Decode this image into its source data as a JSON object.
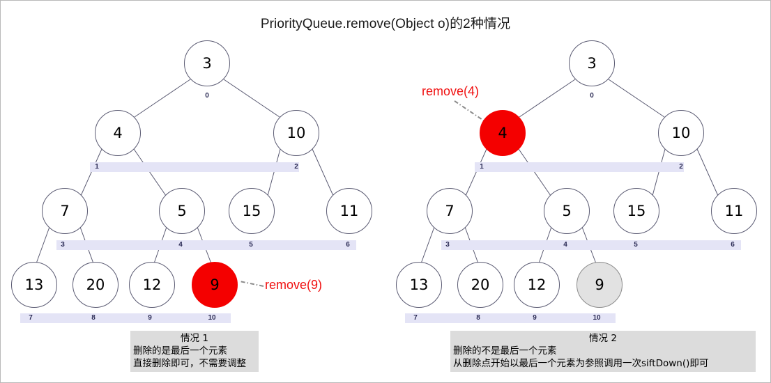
{
  "title": "PriorityQueue.remove(Object o)的2种情况",
  "colors": {
    "red_node": "#f40000",
    "grey_node": "#e2e2e2",
    "index_band": "#e4e4f6",
    "index_text": "#2b2b55",
    "callout_text": "#f01010",
    "caption_bg": "#dcdcdc",
    "edge": "#5a5a72",
    "arrow": "#8a8a8a"
  },
  "left": {
    "name": "case-1-tree",
    "nodes": [
      {
        "value": "3",
        "index": "0",
        "state": "normal"
      },
      {
        "value": "4",
        "index": "1",
        "state": "normal"
      },
      {
        "value": "10",
        "index": "2",
        "state": "normal"
      },
      {
        "value": "7",
        "index": "3",
        "state": "normal"
      },
      {
        "value": "5",
        "index": "4",
        "state": "normal"
      },
      {
        "value": "15",
        "index": "5",
        "state": "normal"
      },
      {
        "value": "11",
        "index": "6",
        "state": "normal"
      },
      {
        "value": "13",
        "index": "7",
        "state": "normal"
      },
      {
        "value": "20",
        "index": "8",
        "state": "normal"
      },
      {
        "value": "12",
        "index": "9",
        "state": "normal"
      },
      {
        "value": "9",
        "index": "10",
        "state": "red"
      }
    ],
    "callout": "remove(9)",
    "caption": {
      "title": "情况 1",
      "line1": "删除的是最后一个元素",
      "line2": "直接删除即可，不需要调整"
    }
  },
  "right": {
    "name": "case-2-tree",
    "nodes": [
      {
        "value": "3",
        "index": "0",
        "state": "normal"
      },
      {
        "value": "4",
        "index": "1",
        "state": "red"
      },
      {
        "value": "10",
        "index": "2",
        "state": "normal"
      },
      {
        "value": "7",
        "index": "3",
        "state": "normal"
      },
      {
        "value": "5",
        "index": "4",
        "state": "normal"
      },
      {
        "value": "15",
        "index": "5",
        "state": "normal"
      },
      {
        "value": "11",
        "index": "6",
        "state": "normal"
      },
      {
        "value": "13",
        "index": "7",
        "state": "normal"
      },
      {
        "value": "20",
        "index": "8",
        "state": "normal"
      },
      {
        "value": "12",
        "index": "9",
        "state": "normal"
      },
      {
        "value": "9",
        "index": "10",
        "state": "grey"
      }
    ],
    "callout": "remove(4)",
    "caption": {
      "title": "情况 2",
      "line1": "删除的不是最后一个元素",
      "line2": "从删除点开始以最后一个元素为参照调用一次siftDown()即可"
    }
  }
}
